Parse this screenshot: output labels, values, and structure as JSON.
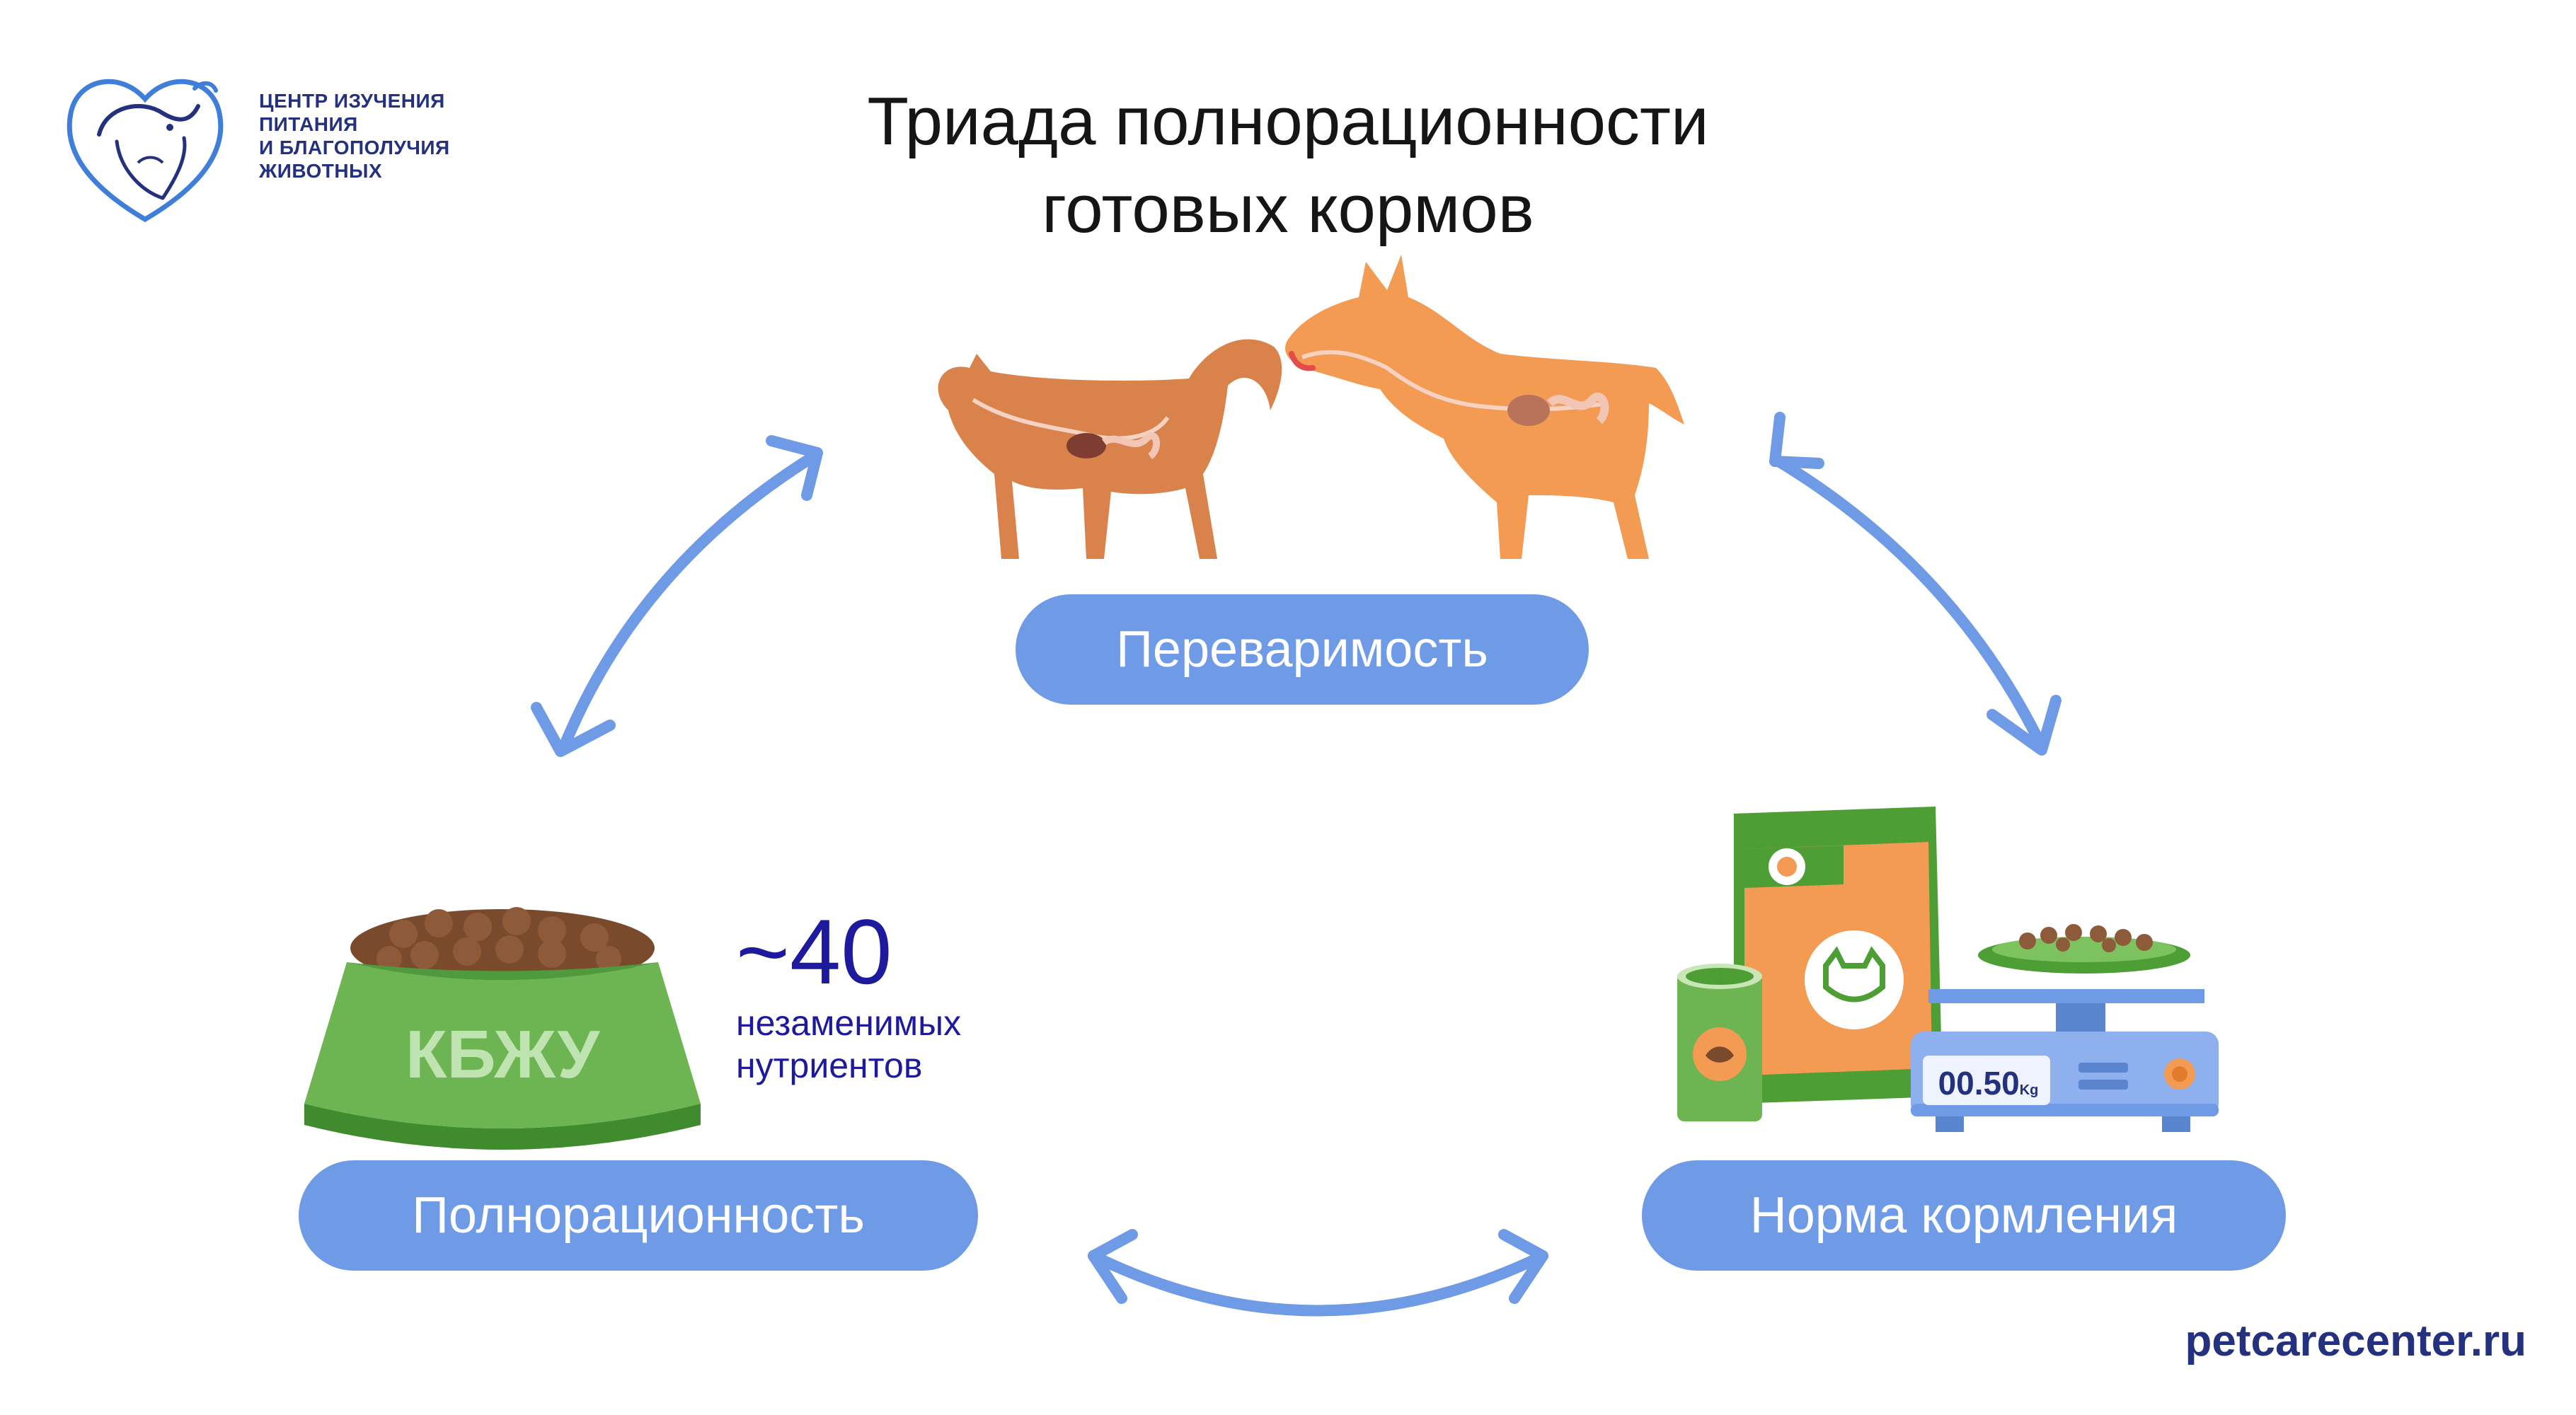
{
  "logo": {
    "lines": [
      "Центр изучения",
      "питания",
      "и благополучия",
      "животных"
    ]
  },
  "title": {
    "line1": "Триада полнорационности",
    "line2": "готовых кормов"
  },
  "nodes": {
    "top": "Переваримость",
    "left": "Полнорационность",
    "right": "Норма кормления"
  },
  "bowl_label": "КБЖУ",
  "stat": {
    "number": "~40",
    "label_line1": "незаменимых",
    "label_line2": "нутриентов"
  },
  "scale_readout": "00.50",
  "scale_unit": "Kg",
  "website": "petcarecenter.ru",
  "colors": {
    "pill": "#6e9ae6",
    "arrow": "#6e9ae6",
    "brand_navy": "#23317e",
    "stat_blue": "#1d1a9e",
    "animal_orange": "#f39a53",
    "green": "#5fae3e"
  },
  "icons": [
    "logo-dog-cat-icon",
    "cat-anatomy-icon",
    "dog-anatomy-icon",
    "food-bowl-icon",
    "food-bag-icon",
    "food-can-icon",
    "kitchen-scale-icon"
  ]
}
